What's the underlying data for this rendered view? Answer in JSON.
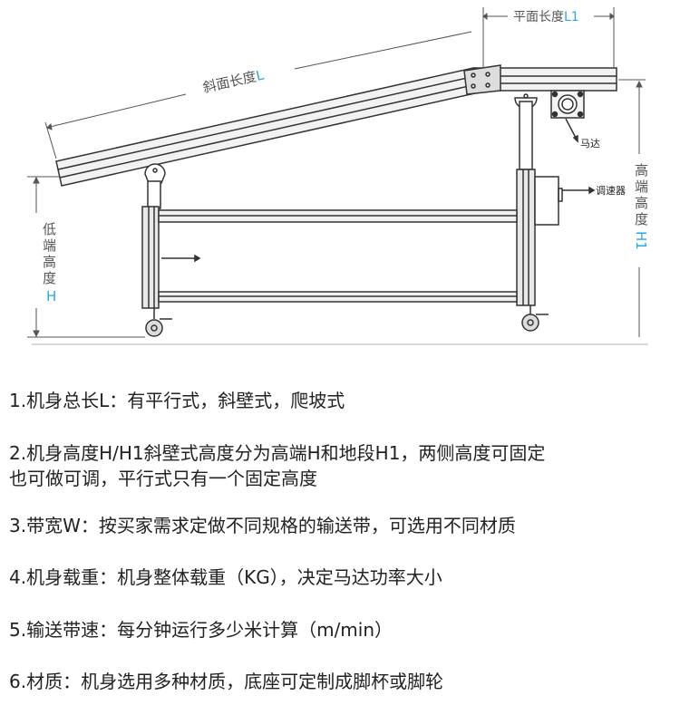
{
  "diagram": {
    "slope_length_label": "斜面长度",
    "slope_length_symbol": "L",
    "flat_length_label": "平面长度",
    "flat_length_symbol": "L1",
    "low_height_label": [
      "低",
      "端",
      "高",
      "度"
    ],
    "low_height_symbol": "H",
    "high_height_label": [
      "高",
      "端",
      "高",
      "度"
    ],
    "high_height_symbol": "H1",
    "motor_label": "马达",
    "controller_label": "调速器",
    "accent_color": "#29a8e0"
  },
  "notes": [
    "1.机身总长L：有平行式，斜壁式，爬坡式",
    "2.机身高度H/H1斜壁式高度分为高端H和地段H1，两侧高度可固定",
    "也可做可调，平行式只有一个固定高度",
    "3.带宽W：按买家需求定做不同规格的输送带，可选用不同材质",
    "4.机身载重：机身整体载重（KG），决定马达功率大小",
    "5.输送带速：每分钟运行多少米计算（m/min）",
    "6.材质：机身选用多种材质，底座可定制成脚杯或脚轮"
  ]
}
